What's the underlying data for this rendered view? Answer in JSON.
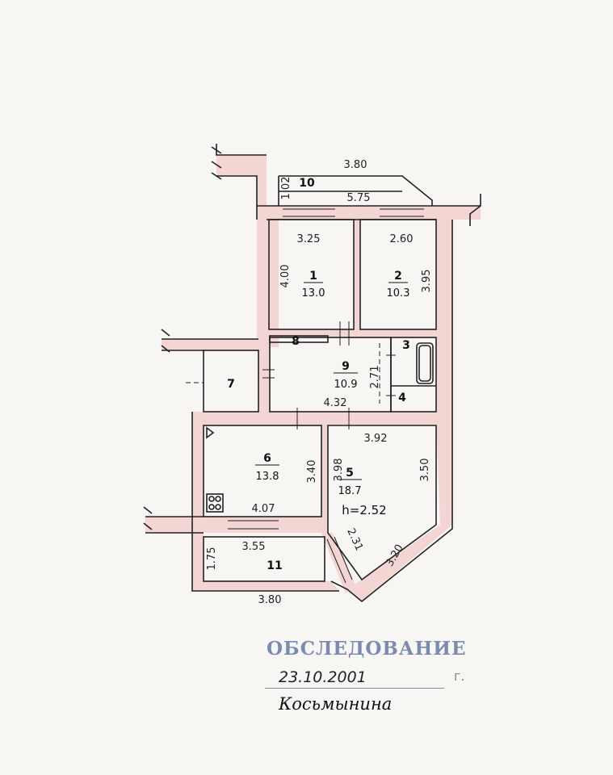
{
  "rooms": [
    {
      "num": "1",
      "area": "13.0"
    },
    {
      "num": "2",
      "area": "10.3"
    },
    {
      "num": "3",
      "area": ""
    },
    {
      "num": "4",
      "area": ""
    },
    {
      "num": "5",
      "area": "18.7"
    },
    {
      "num": "6",
      "area": "13.8"
    },
    {
      "num": "7",
      "area": ""
    },
    {
      "num": "8",
      "area": ""
    },
    {
      "num": "9",
      "area": "10.9"
    },
    {
      "num": "10",
      "area": ""
    },
    {
      "num": "11",
      "area": ""
    }
  ],
  "dimensions": {
    "balcony_top_length": "3.80",
    "balcony_top_width": "1.02",
    "rooms_top_total": "5.75",
    "room1_width": "3.25",
    "room1_depth": "4.00",
    "room2_width": "2.60",
    "room2_depth": "3.95",
    "hall_depth": "2.71",
    "hall_width": "4.32",
    "room5_top": "3.92",
    "room5_left": "3.98",
    "room5_right": "3.50",
    "room5_diag_right": "3.20",
    "room5_diag_left": "2.31",
    "room6_right": "3.40",
    "room6_bottom": "4.07",
    "balcony_bottom_inner": "3.55",
    "balcony_bottom_width": "1.75",
    "balcony_bottom_length": "3.80"
  },
  "ceiling_height": "h=2.52",
  "stamp": {
    "title": "ОБСЛЕДОВАНИЕ",
    "date": "23.10.2001",
    "year_suffix": "г.",
    "signature": "Косьмынина"
  },
  "colors": {
    "wall_fill": "#f3d6d4",
    "wall_line": "#222222",
    "stamp_blue": "#7b8bb0"
  }
}
